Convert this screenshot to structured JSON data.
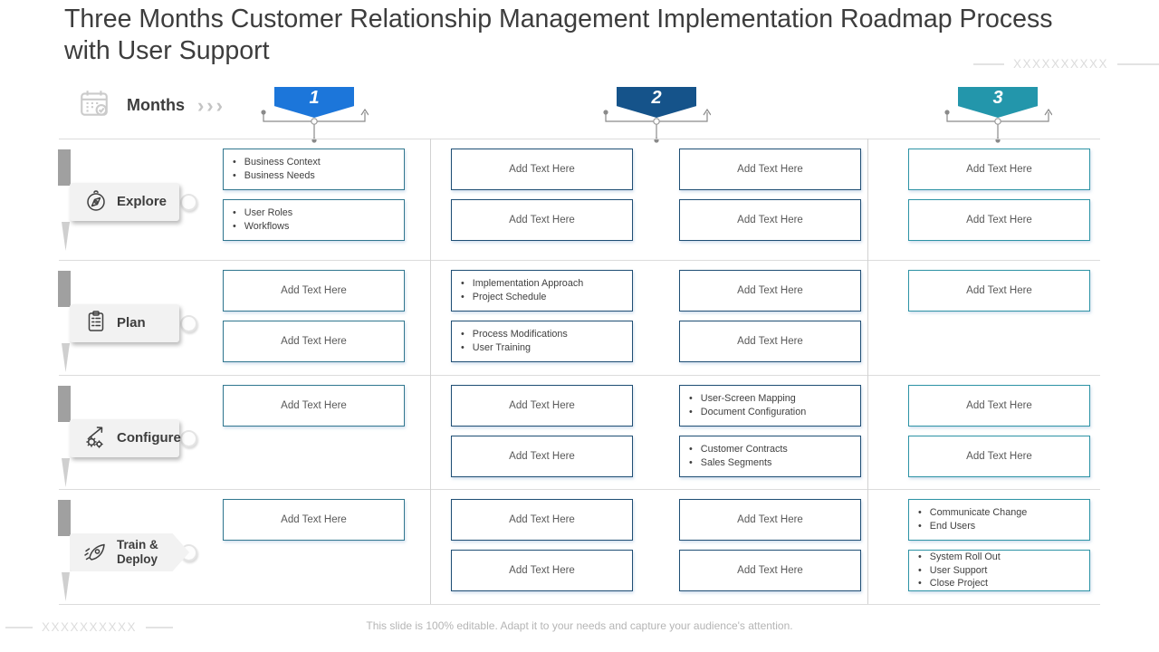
{
  "title": "Three Months Customer Relationship Management Implementation Roadmap Process with User Support",
  "watermark": "XXXXXXXXXX",
  "footer": "This slide is 100% editable. Adapt it to your needs and capture your audience's attention.",
  "months_header": {
    "icon": "calendar-icon",
    "label": "Months",
    "chevrons": "›››"
  },
  "months": [
    {
      "number": "1",
      "banner_color": "#1c76da",
      "box_border": "#31778f"
    },
    {
      "number": "2",
      "banner_color": "#15538a",
      "box_border": "#1f4e74"
    },
    {
      "number": "3",
      "banner_color": "#2396ab",
      "box_border": "#2d93a5"
    }
  ],
  "rows": [
    {
      "label": "Explore",
      "icon": "compass-icon",
      "cells": [
        {
          "boxes": [
            {
              "type": "bullets",
              "items": [
                "Business Context",
                "Business Needs"
              ]
            },
            {
              "type": "bullets",
              "items": [
                "User Roles",
                "Workflows"
              ]
            }
          ]
        },
        {
          "boxes": [
            {
              "type": "placeholder",
              "text": "Add Text Here"
            },
            {
              "type": "placeholder",
              "text": "Add Text Here"
            }
          ]
        },
        {
          "boxes": [
            {
              "type": "placeholder",
              "text": "Add Text Here"
            },
            {
              "type": "placeholder",
              "text": "Add Text Here"
            }
          ]
        },
        {
          "boxes": [
            {
              "type": "placeholder",
              "text": "Add Text Here"
            },
            {
              "type": "placeholder",
              "text": "Add Text Here"
            }
          ]
        }
      ]
    },
    {
      "label": "Plan",
      "icon": "clipboard-icon",
      "cells": [
        {
          "boxes": [
            {
              "type": "placeholder",
              "text": "Add Text Here"
            },
            {
              "type": "placeholder",
              "text": "Add Text Here"
            }
          ]
        },
        {
          "boxes": [
            {
              "type": "bullets",
              "items": [
                "Implementation Approach",
                "Project Schedule"
              ]
            },
            {
              "type": "bullets",
              "items": [
                "Process Modifications",
                "User Training"
              ]
            }
          ]
        },
        {
          "boxes": [
            {
              "type": "placeholder",
              "text": "Add Text Here"
            },
            {
              "type": "placeholder",
              "text": "Add Text Here"
            }
          ]
        },
        {
          "boxes": [
            {
              "type": "placeholder",
              "text": "Add Text Here"
            }
          ]
        }
      ]
    },
    {
      "label": "Configure",
      "icon": "gears-icon",
      "cells": [
        {
          "boxes": [
            {
              "type": "placeholder",
              "text": "Add Text Here"
            }
          ]
        },
        {
          "boxes": [
            {
              "type": "placeholder",
              "text": "Add Text Here"
            },
            {
              "type": "placeholder",
              "text": "Add Text Here"
            }
          ]
        },
        {
          "boxes": [
            {
              "type": "bullets",
              "items": [
                "User-Screen Mapping",
                "Document Configuration"
              ]
            },
            {
              "type": "bullets",
              "items": [
                "Customer Contracts",
                "Sales Segments"
              ]
            }
          ]
        },
        {
          "boxes": [
            {
              "type": "placeholder",
              "text": "Add Text Here"
            },
            {
              "type": "placeholder",
              "text": "Add Text Here"
            }
          ]
        }
      ]
    },
    {
      "label": "Train & Deploy",
      "icon": "rocket-icon",
      "cells": [
        {
          "boxes": [
            {
              "type": "placeholder",
              "text": "Add Text Here"
            }
          ]
        },
        {
          "boxes": [
            {
              "type": "placeholder",
              "text": "Add Text Here"
            },
            {
              "type": "placeholder",
              "text": "Add Text Here"
            }
          ]
        },
        {
          "boxes": [
            {
              "type": "placeholder",
              "text": "Add Text Here"
            },
            {
              "type": "placeholder",
              "text": "Add Text Here"
            }
          ]
        },
        {
          "boxes": [
            {
              "type": "bullets",
              "items": [
                "Communicate Change",
                "End Users"
              ]
            },
            {
              "type": "bullets",
              "items": [
                "System Roll Out",
                "User Support",
                "Close Project"
              ]
            }
          ]
        }
      ]
    }
  ]
}
